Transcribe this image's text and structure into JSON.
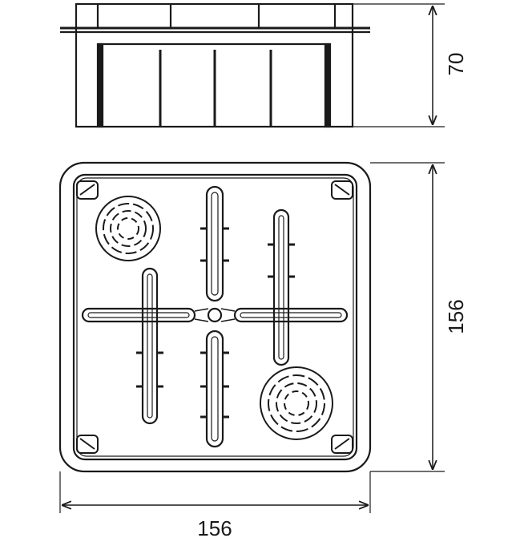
{
  "drawing": {
    "side_view_height": "70",
    "top_view_height": "156",
    "top_view_width": "156"
  },
  "colors": {
    "line": "#1a1a1a",
    "background": "#ffffff"
  }
}
